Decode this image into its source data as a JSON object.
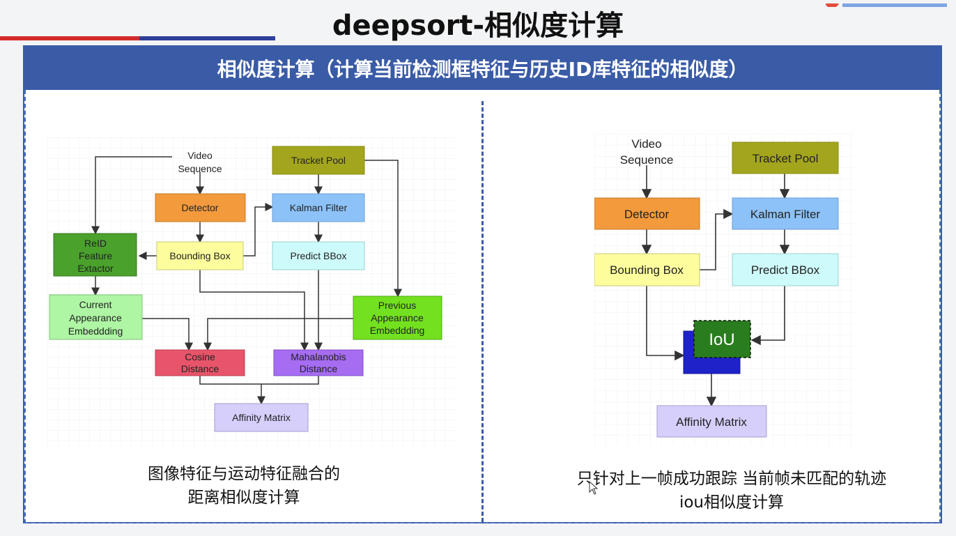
{
  "slide": {
    "title": "deepsort-相似度计算"
  },
  "panel": {
    "header": "相似度计算（计算当前检测框特征与历史ID库特征的相似度）"
  },
  "left": {
    "nodes": {
      "video_line1": "Video",
      "video_line2": "Sequence",
      "tracket_pool": "Tracket Pool",
      "detector": "Detector",
      "kalman": "Kalman Filter",
      "bbox": "Bounding Box",
      "predict": "Predict BBox",
      "reid_line1": "ReID",
      "reid_line2": "Feature",
      "reid_line3": "Extactor",
      "current_line1": "Current",
      "current_line2": "Appearance",
      "current_line3": "Embeddding",
      "previous_line1": "Previous",
      "previous_line2": "Appearance",
      "previous_line3": "Embeddding",
      "cosine_line1": "Cosine",
      "cosine_line2": "Distance",
      "maha_line1": "Mahalanobis",
      "maha_line2": "Distance",
      "affinity": "Affinity Matrix"
    },
    "caption_line1": "图像特征与运动特征融合的",
    "caption_line2": "距离相似度计算"
  },
  "right": {
    "nodes": {
      "video_line1": "Video",
      "video_line2": "Sequence",
      "tracket_pool": "Tracket Pool",
      "detector": "Detector",
      "kalman": "Kalman Filter",
      "bbox": "Bounding Box",
      "predict": "Predict BBox",
      "iou": "IoU",
      "affinity": "Affinity Matrix"
    },
    "caption_line1": "只针对上一帧成功跟踪 当前帧未匹配的轨迹",
    "caption_line2": "iou相似度计算"
  },
  "colors": {
    "header_blue": "#3a5ba6",
    "detector": "#f29a3c",
    "tracket_pool": "#a3a51d",
    "kalman": "#8cc2f7",
    "bbox": "#fdfd9e",
    "predict": "#cdfafa",
    "reid": "#4aa12c",
    "current": "#aef5a4",
    "previous": "#73e11f",
    "cosine": "#e8546a",
    "mahalanobis": "#a66cf2",
    "affinity": "#d6cffc",
    "iou_front": "#2a7d1e",
    "iou_back": "#1f22c9"
  }
}
